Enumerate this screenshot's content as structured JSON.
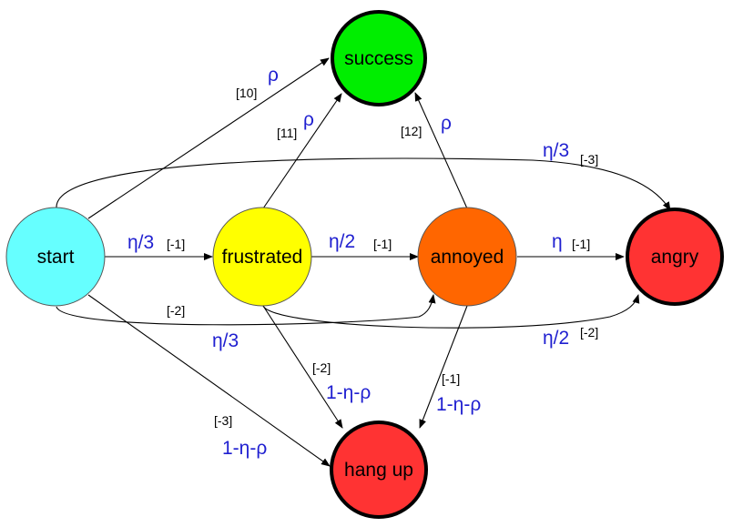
{
  "nodes": {
    "start": {
      "label": "start",
      "color": "#66ffff"
    },
    "frustrated": {
      "label": "frustrated",
      "color": "#ffff00"
    },
    "annoyed": {
      "label": "annoyed",
      "color": "#ff6600"
    },
    "angry": {
      "label": "angry",
      "color": "#ff3333"
    },
    "success": {
      "label": "success",
      "color": "#00ee00"
    },
    "hangup": {
      "label": "hang up",
      "color": "#ff3333"
    }
  },
  "edges": {
    "start_success": {
      "prob": "ρ",
      "reward": "[10]"
    },
    "frustrated_success": {
      "prob": "ρ",
      "reward": "[11]"
    },
    "annoyed_success": {
      "prob": "ρ",
      "reward": "[12]"
    },
    "start_angry": {
      "prob": "η/3",
      "reward": "[-3]"
    },
    "start_frustrated": {
      "prob": "η/3",
      "reward": "[-1]"
    },
    "frustrated_annoyed": {
      "prob": "η/2",
      "reward": "[-1]"
    },
    "annoyed_angry": {
      "prob": "η",
      "reward": "[-1]"
    },
    "start_annoyed": {
      "prob": "η/3",
      "reward": "[-2]"
    },
    "frustrated_angry": {
      "prob": "η/2",
      "reward": "[-2]"
    },
    "frustrated_hangup": {
      "prob": "1-η-ρ",
      "reward": "[-2]"
    },
    "annoyed_hangup": {
      "prob": "1-η-ρ",
      "reward": "[-1]"
    },
    "start_hangup": {
      "prob": "1-η-ρ",
      "reward": "[-3]"
    }
  }
}
